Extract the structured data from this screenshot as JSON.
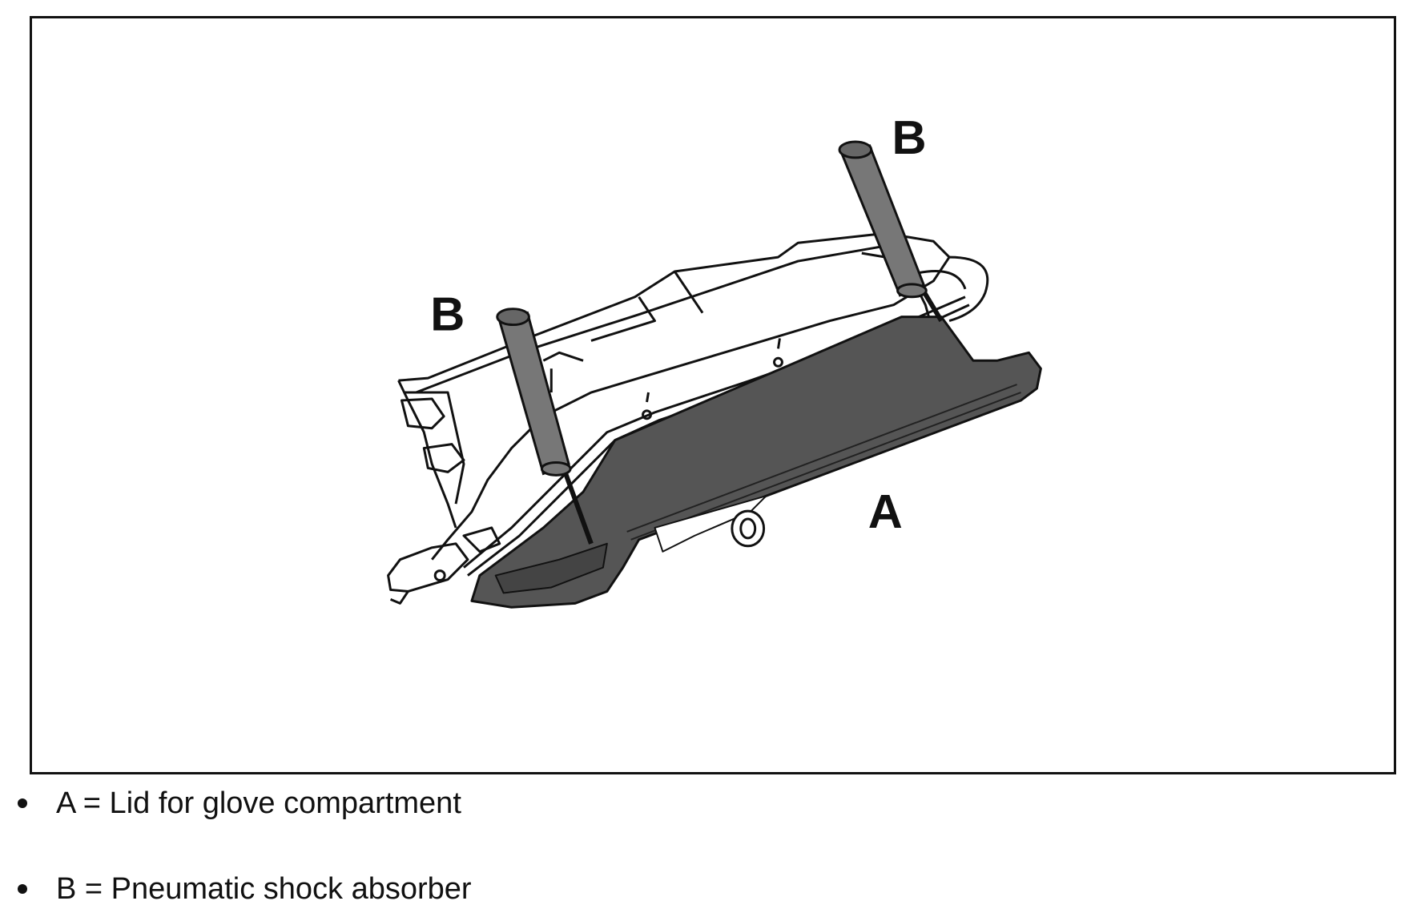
{
  "diagram": {
    "callouts": {
      "lid": "A",
      "shock_left": "B",
      "shock_right": "B"
    }
  },
  "legend": {
    "items": [
      {
        "text": "A = Lid for glove compartment"
      },
      {
        "text": "B = Pneumatic shock absorber"
      }
    ]
  },
  "colors": {
    "lid_fill": "#555555",
    "shock_fill": "#777777",
    "outline": "#111111"
  }
}
